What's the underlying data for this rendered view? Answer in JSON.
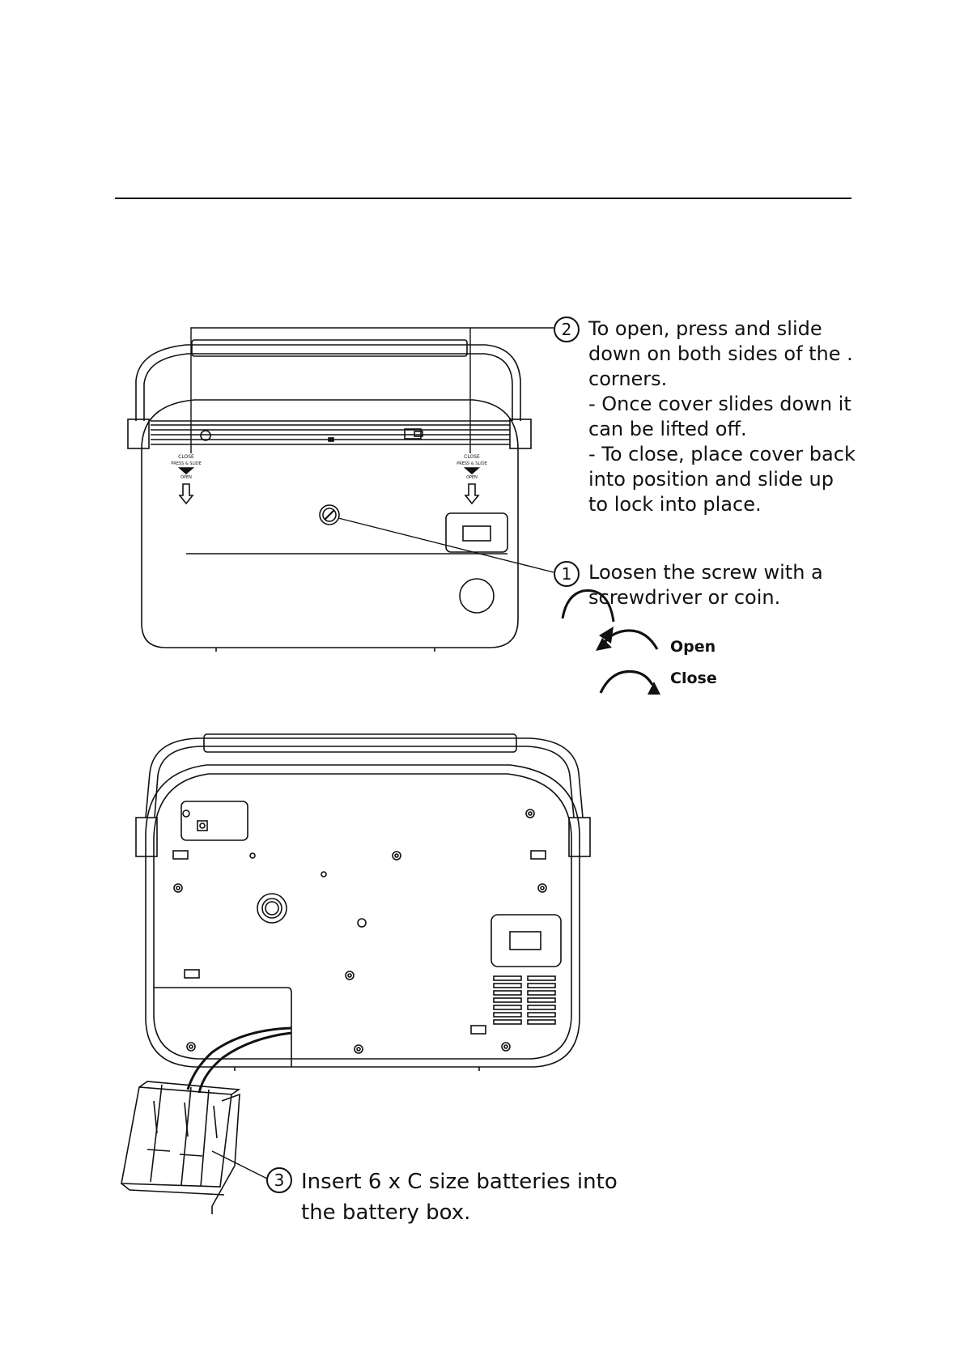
{
  "steps": [
    {
      "number": "1",
      "text": "Loosen the screw with a\nscrewdriver or coin."
    },
    {
      "number": "2",
      "text": "To open, press and slide\ndown on both sides of the .\ncorners.\n- Once cover slides down it\n   can be lifted off.\n- To close, place cover back\n   into position and slide up\n   to lock into place."
    },
    {
      "number": "3",
      "text": "Insert 6 x C size batteries into\nthe battery box."
    }
  ],
  "legend": {
    "open": "Open",
    "close": "Close"
  },
  "slider_labels": {
    "close": "CLOSE",
    "press": "PRESS & SLIDE",
    "open": "OPEN"
  }
}
